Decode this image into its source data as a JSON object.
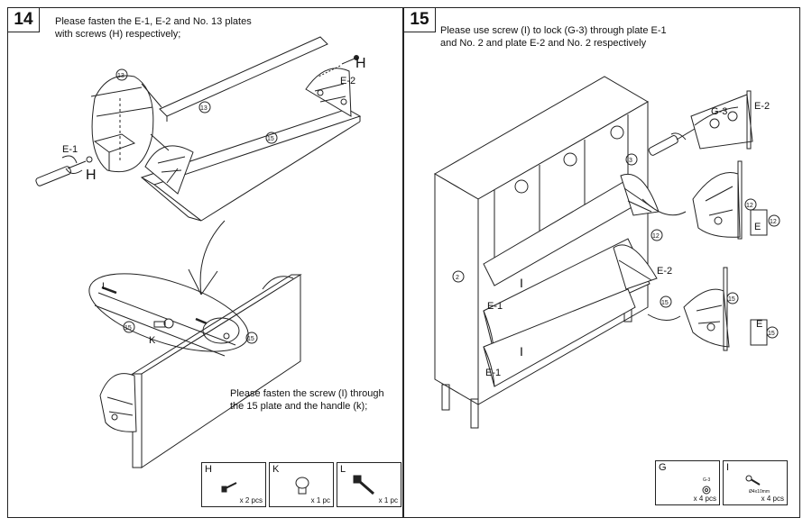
{
  "step14": {
    "number": "14",
    "instruction": "Please fasten the E-1, E-2 and No. 13 plates\nwith screws (H) respectively;",
    "note": "Please fasten the screw (I) through\nthe 15 plate and the handle (k);",
    "callouts": {
      "h_top": "H",
      "e2": "E-2",
      "plate13": "13",
      "plate15": "15",
      "plate13_detail": "13",
      "e1": "E-1",
      "h_left": "H",
      "l": "L",
      "k": "K",
      "plate15_detail": "15",
      "plate15_bottom": "15"
    },
    "parts": [
      {
        "code": "H",
        "qty": "x 2 pcs",
        "icon": "screw-icon"
      },
      {
        "code": "K",
        "qty": "x 1 pc",
        "icon": "knob-icon"
      },
      {
        "code": "L",
        "qty": "x 1 pc",
        "icon": "bolt-icon"
      }
    ]
  },
  "step15": {
    "number": "15",
    "instruction": "Please use screw (I) to lock (G-3) through plate E-1\nand No. 2 and plate E-2 and No. 2 respectively",
    "callouts": {
      "g3": "G-3",
      "e2_top": "E-2",
      "three": "3",
      "twelve": "12",
      "two": "2",
      "e2_mid": "E-2",
      "e1_mid": "E-1",
      "i_top": "I",
      "i_bottom": "I",
      "e1_bottom": "E-1",
      "fifteen": "15",
      "detail12a": "12",
      "detail12b": "12",
      "detailE_top": "E",
      "detail15a": "15",
      "detailE_bottom": "E",
      "detail15b": "15"
    },
    "parts": [
      {
        "code": "G",
        "qty": "x 4 pcs",
        "sub": "G-3",
        "icon": "lock-cam-icon"
      },
      {
        "code": "I",
        "qty": "x 4 pcs",
        "spec": "Ø4x10mm",
        "icon": "screw-icon"
      }
    ]
  }
}
